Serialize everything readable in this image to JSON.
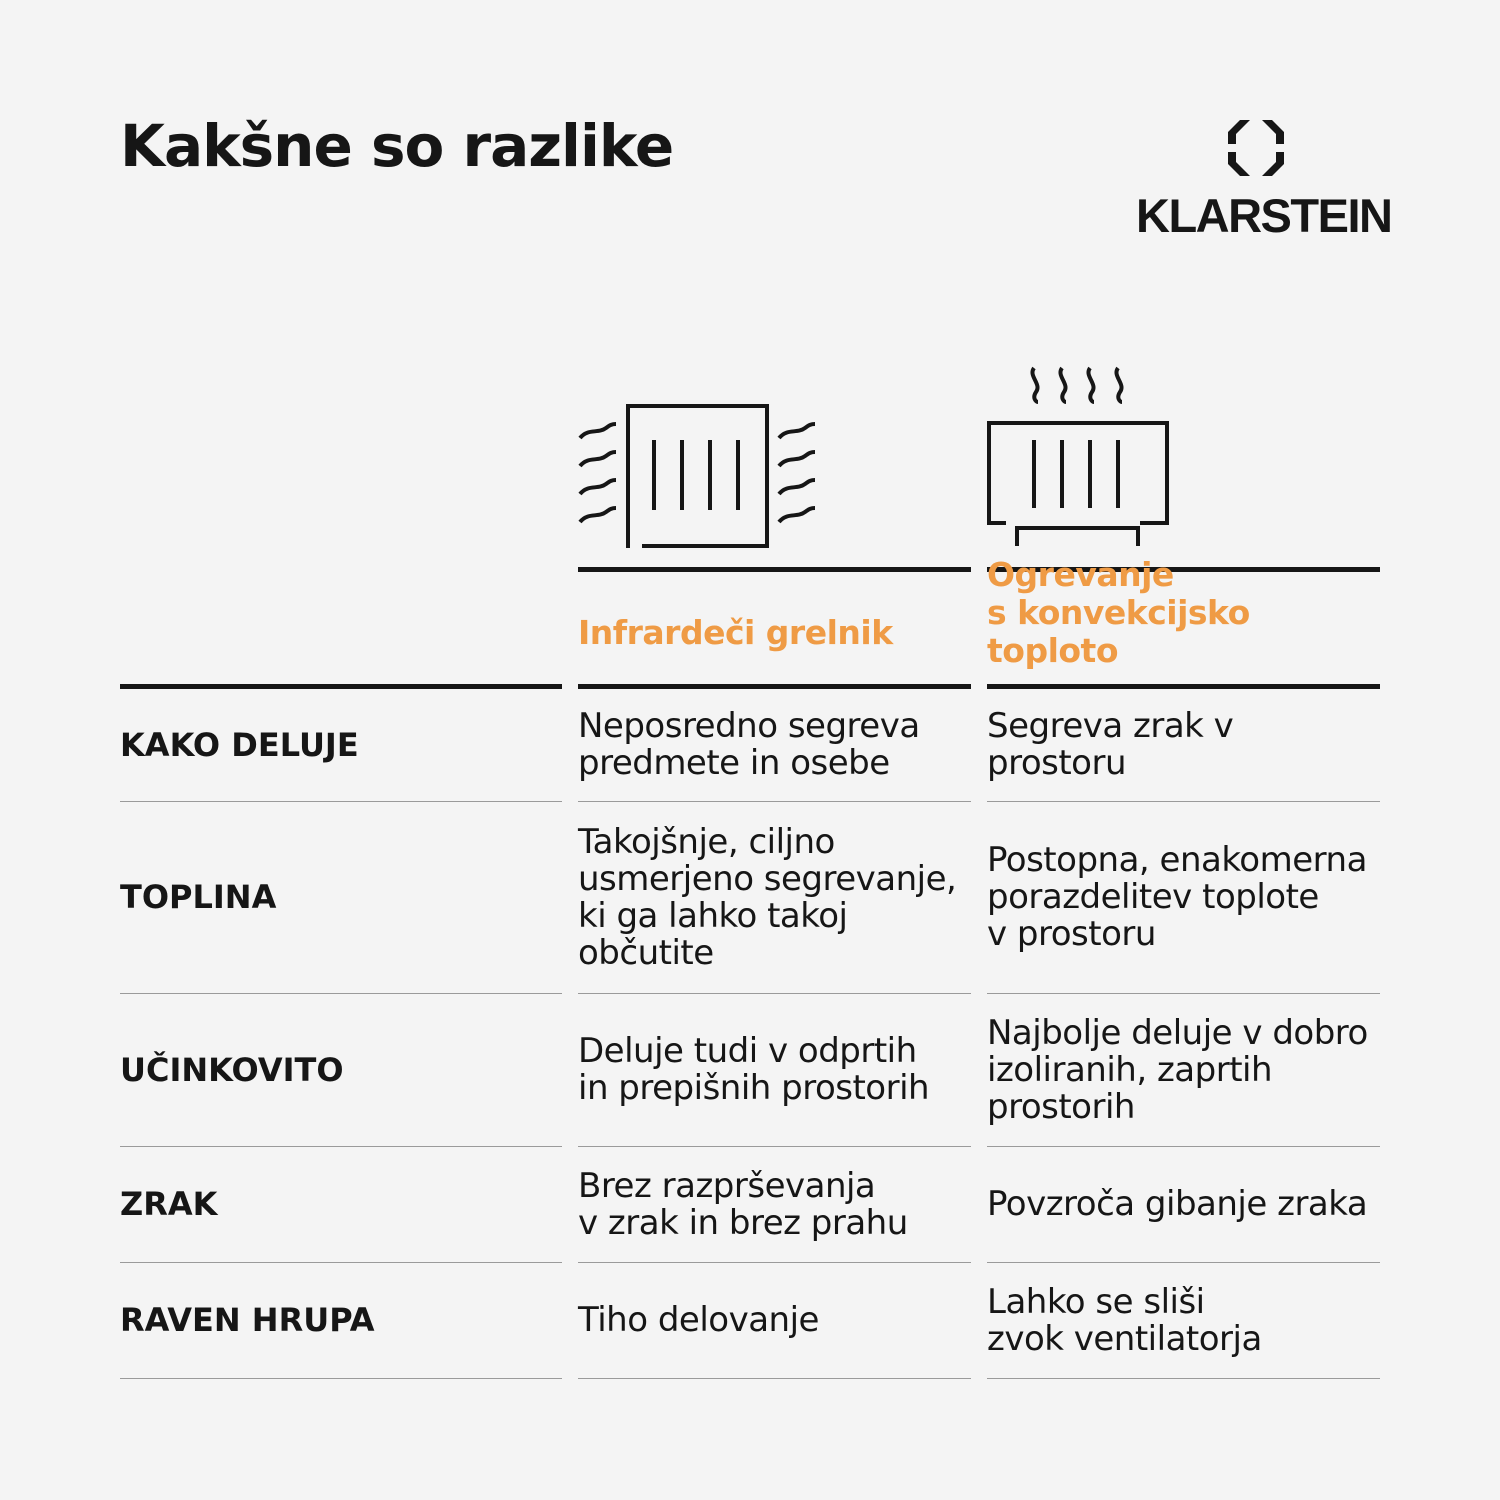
{
  "title": "Kakšne so razlike",
  "brand": {
    "name": "KLARSTEIN",
    "logo_icon": "klarstein-logo-icon"
  },
  "colors": {
    "accent": "#ef9b45",
    "text": "#161616",
    "background": "#f4f4f4"
  },
  "columns": [
    {
      "label": "Infrardeči grelnik",
      "icon": "infrared-heater-icon"
    },
    {
      "label": "Ogrevanje\ns konvekcijsko toploto",
      "icon": "convection-heater-icon"
    }
  ],
  "rows": [
    {
      "label": "KAKO DELUJE",
      "infrared": "Neposredno segreva\npredmete in osebe",
      "convection": "Segreva zrak v prostoru"
    },
    {
      "label": "TOPLINA",
      "infrared": "Takojšnje, ciljno\nusmerjeno segrevanje,\nki ga lahko takoj\nobčutite",
      "convection": "Postopna, enakomerna\nporazdelitev toplote\nv prostoru"
    },
    {
      "label": "UČINKOVITO",
      "infrared": "Deluje tudi v odprtih\nin prepišnih prostorih",
      "convection": "Najbolje deluje v dobro\nizoliranih, zaprtih\nprostorih"
    },
    {
      "label": "ZRAK",
      "infrared": "Brez razprševanja\nv zrak in brez prahu",
      "convection": "Povzroča gibanje zraka"
    },
    {
      "label": "RAVEN HRUPA",
      "infrared": "Tiho delovanje",
      "convection": "Lahko se sliši\nzvok ventilatorja"
    }
  ]
}
